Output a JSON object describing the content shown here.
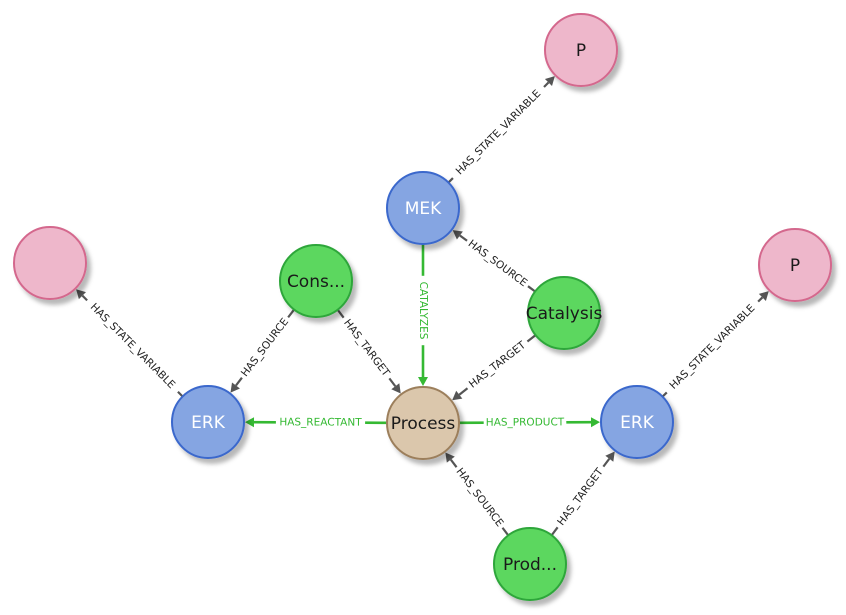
{
  "colors": {
    "blue": {
      "fill": "#85a5e2",
      "stroke": "#3a67cc",
      "text": "#ffffff"
    },
    "green": {
      "fill": "#5bd75e",
      "stroke": "#2ea63a",
      "text": "#1a1a1a"
    },
    "pink": {
      "fill": "#eeb7cb",
      "stroke": "#d4678d",
      "text": "#1a1a1a"
    },
    "tan": {
      "fill": "#dbc7ac",
      "stroke": "#9c7f5c",
      "text": "#1a1a1a"
    },
    "edge": "#555555",
    "edge_label": "#222222",
    "highlight": "#35b933"
  },
  "nodes": [
    {
      "id": "p_top",
      "label": "P",
      "kind": "pink"
    },
    {
      "id": "mek",
      "label": "MEK",
      "kind": "blue"
    },
    {
      "id": "blank",
      "label": "",
      "kind": "pink"
    },
    {
      "id": "cons",
      "label": "Cons...",
      "kind": "green"
    },
    {
      "id": "catalysis",
      "label": "Catalysis",
      "kind": "green"
    },
    {
      "id": "p_right",
      "label": "P",
      "kind": "pink"
    },
    {
      "id": "erk_left",
      "label": "ERK",
      "kind": "blue"
    },
    {
      "id": "process",
      "label": "Process",
      "kind": "tan"
    },
    {
      "id": "erk_right",
      "label": "ERK",
      "kind": "blue"
    },
    {
      "id": "prod",
      "label": "Prod...",
      "kind": "green"
    }
  ],
  "edges": [
    {
      "from": "mek",
      "to": "p_top",
      "label": "HAS_STATE_VARIABLE",
      "highlight": false
    },
    {
      "from": "catalysis",
      "to": "mek",
      "label": "HAS_SOURCE",
      "highlight": false
    },
    {
      "from": "mek",
      "to": "process",
      "label": "CATALYZES",
      "highlight": true
    },
    {
      "from": "catalysis",
      "to": "process",
      "label": "HAS_TARGET",
      "highlight": false
    },
    {
      "from": "erk_left",
      "to": "blank",
      "label": "HAS_STATE_VARIABLE",
      "highlight": false
    },
    {
      "from": "cons",
      "to": "erk_left",
      "label": "HAS_SOURCE",
      "highlight": false
    },
    {
      "from": "cons",
      "to": "process",
      "label": "HAS_TARGET",
      "highlight": false
    },
    {
      "from": "process",
      "to": "erk_left",
      "label": "HAS_REACTANT",
      "highlight": true
    },
    {
      "from": "process",
      "to": "erk_right",
      "label": "HAS_PRODUCT",
      "highlight": true
    },
    {
      "from": "erk_right",
      "to": "p_right",
      "label": "HAS_STATE_VARIABLE",
      "highlight": false
    },
    {
      "from": "prod",
      "to": "process",
      "label": "HAS_SOURCE",
      "highlight": false
    },
    {
      "from": "prod",
      "to": "erk_right",
      "label": "HAS_TARGET",
      "highlight": false
    }
  ]
}
